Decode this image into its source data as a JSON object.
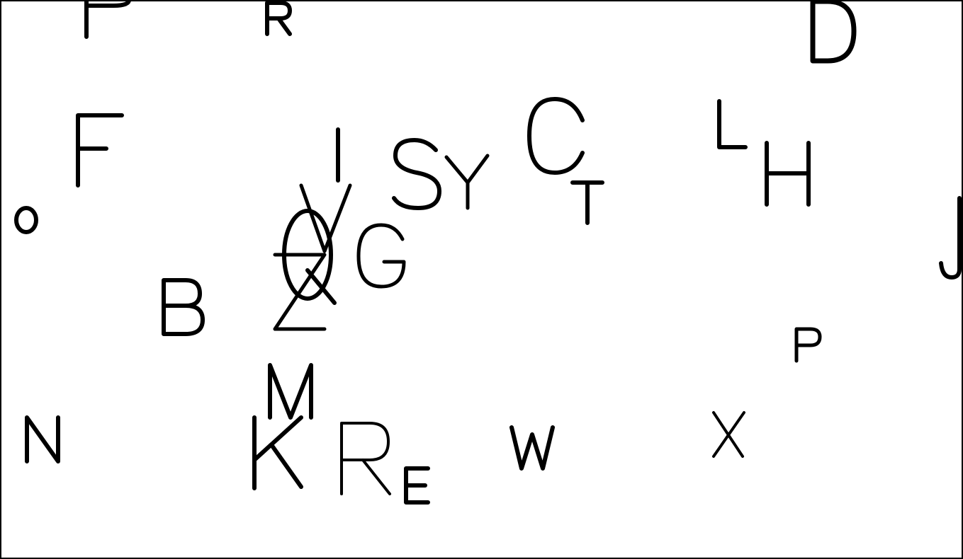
{
  "stroke_color": "#000000",
  "background_color": "#ffffff",
  "letters": [
    "P",
    "R",
    "D",
    "F",
    "I",
    "S",
    "Y",
    "C",
    "L",
    "T",
    "H",
    "o",
    "V",
    "Q",
    "G",
    "J",
    "B",
    "Z",
    "P",
    "M",
    "N",
    "K",
    "R",
    "E",
    "W",
    "X"
  ]
}
